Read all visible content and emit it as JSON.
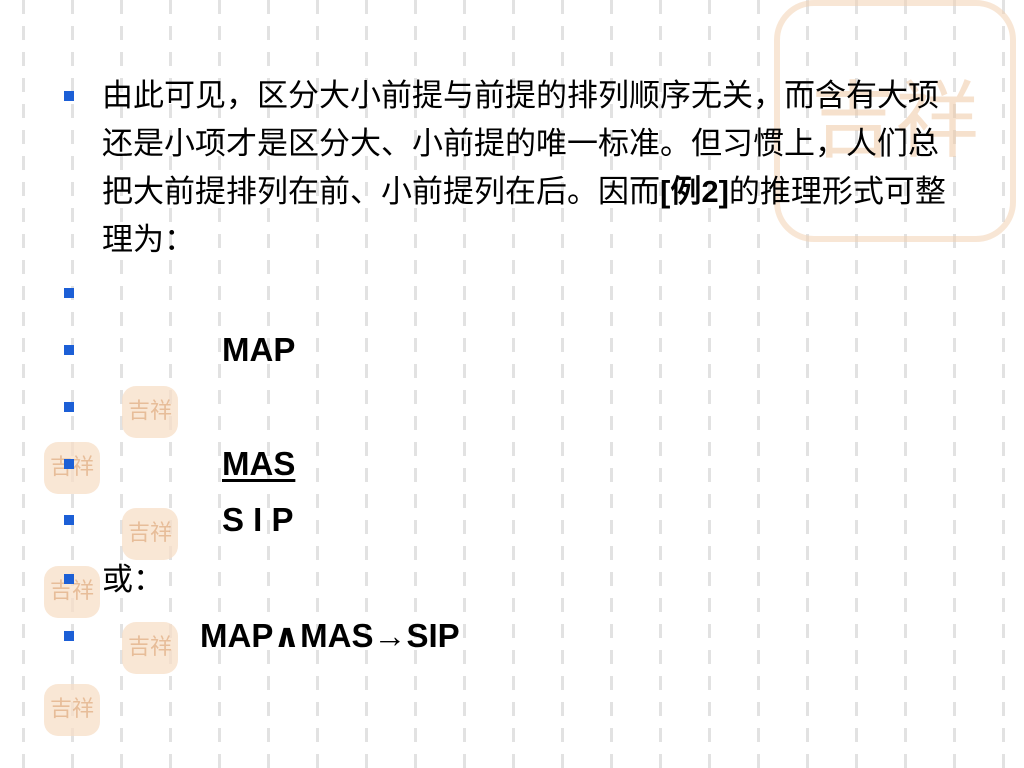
{
  "paragraph": {
    "text_part1": "由此可见，区分大小前提与前提的排列顺序无关，而含有大项还是小项才是区分大、小前提的唯一标准。但习惯上，人们总把大前提排列在前、小前提列在后。因而",
    "example_ref": "[例2]",
    "text_part2": "的推理形式可整理为："
  },
  "premises": {
    "major": "MAP",
    "minor": "MAS",
    "conclusion": "S I P"
  },
  "alternative_label": "或：",
  "formula": "MAP∧MAS→SIP",
  "seal_glyph": "吉祥",
  "colors": {
    "bullet": "#1c5fd6",
    "seal": "#f0c9a5"
  }
}
